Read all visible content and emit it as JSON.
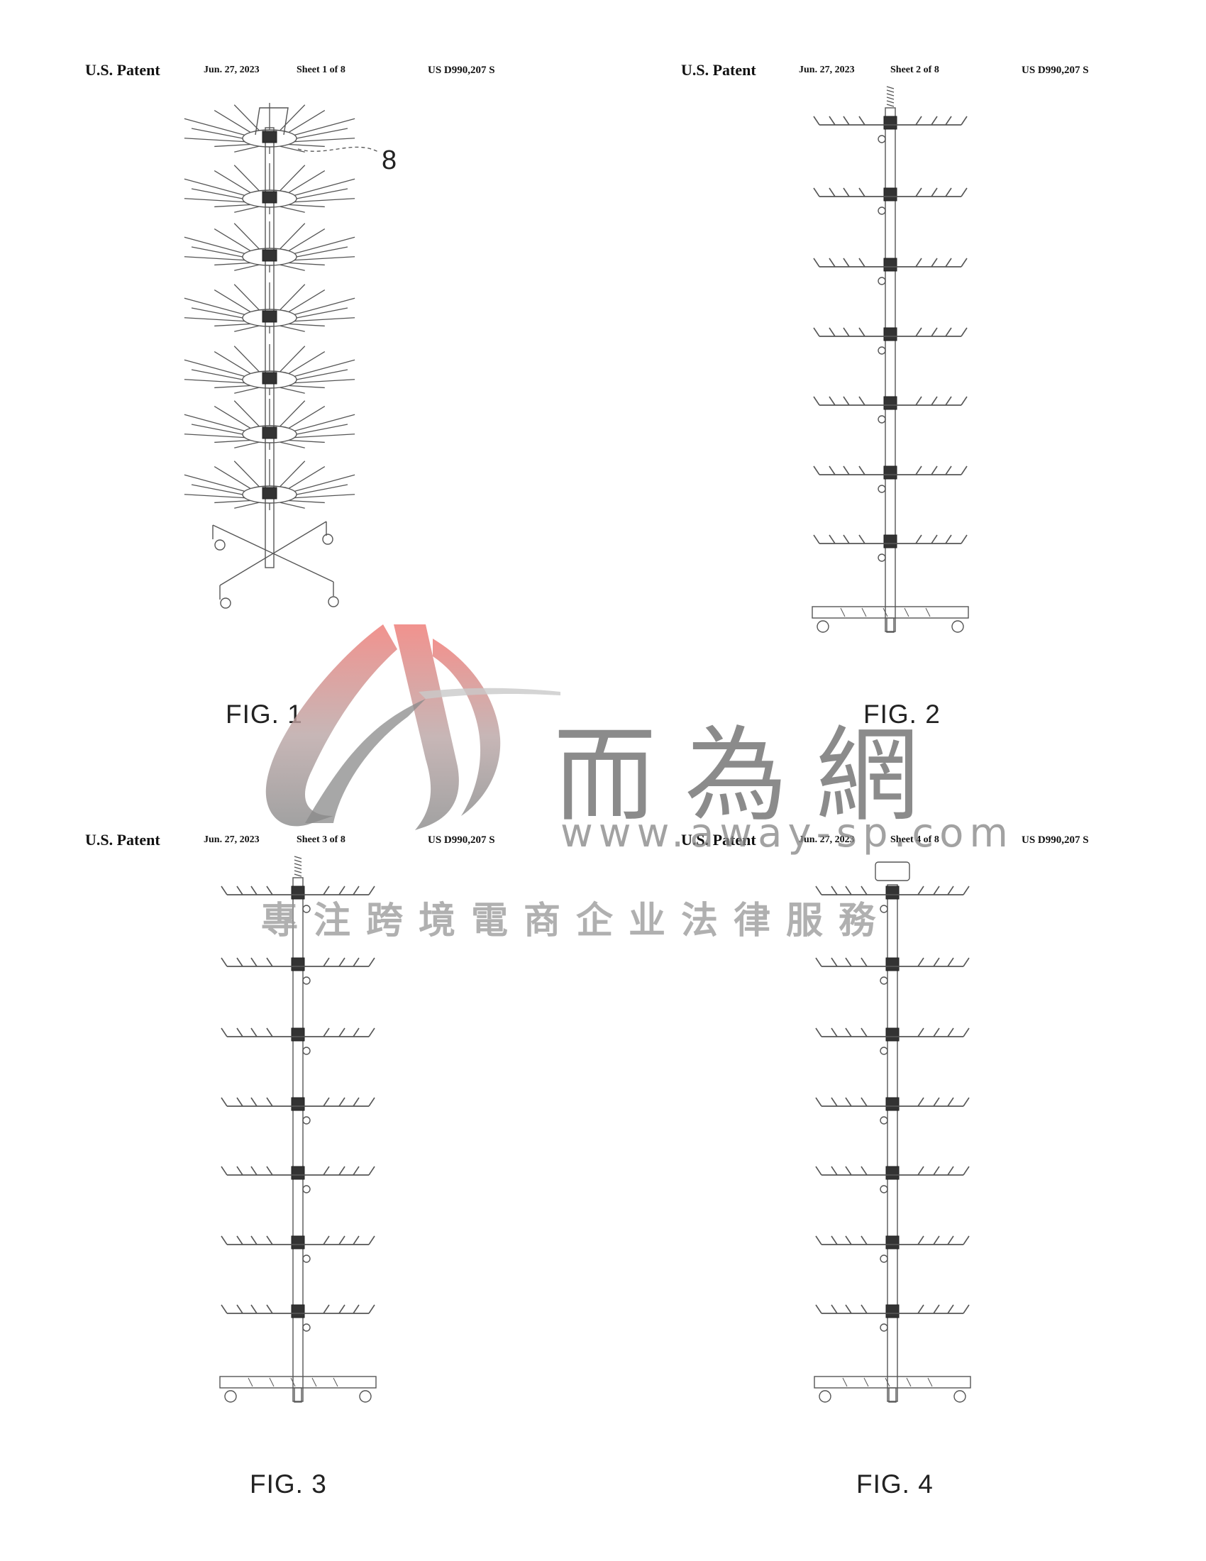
{
  "header": {
    "patent_label": "U.S. Patent",
    "date": "Jun. 27, 2023",
    "patent_number": "US D990,207 S"
  },
  "sheets": [
    {
      "sheet_label": "Sheet 1 of 8",
      "figure_label": "FIG. 1",
      "reference_numeral": "8"
    },
    {
      "sheet_label": "Sheet 2 of 8",
      "figure_label": "FIG. 2"
    },
    {
      "sheet_label": "Sheet 3 of 8",
      "figure_label": "FIG. 3"
    },
    {
      "sheet_label": "Sheet 4 of 8",
      "figure_label": "FIG. 4"
    }
  ],
  "watermark": {
    "brand_chinese": "而為網",
    "url": "www.away-sp.com",
    "slogan": "專注跨境電商企业法律服務",
    "logo_colors": {
      "red": "#e8736f",
      "gray": "#8a8a8a"
    }
  }
}
